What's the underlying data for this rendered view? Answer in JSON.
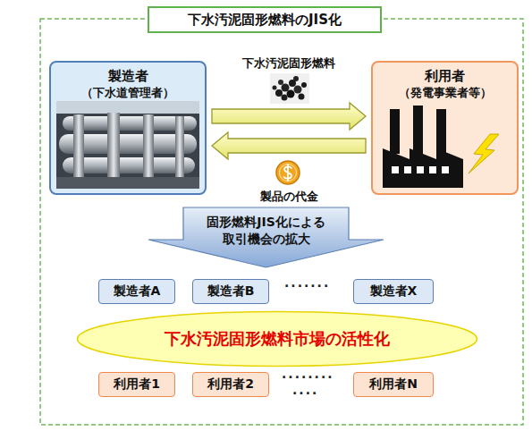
{
  "diagram": {
    "title": "下水汚泥固形燃料のJIS化",
    "nodes": [
      {
        "text": [
          "製造者",
          "（下水道管理者）"
        ]
      },
      {
        "text": [
          "利用者",
          "（発電事業者等）"
        ]
      },
      {
        "text": [
          "固形燃料JIS化による 取引機会の拡大"
        ]
      },
      {
        "text": [
          "製造者A"
        ]
      },
      {
        "text": [
          "製造者B"
        ]
      },
      {
        "text": [
          "製造者X"
        ]
      },
      {
        "text": [
          "下水汚泥固形燃料市場の活性化"
        ]
      },
      {
        "text": [
          "利用者1"
        ]
      },
      {
        "text": [
          "利用者2"
        ]
      },
      {
        "text": [
          "利用者N"
        ]
      }
    ],
    "edges": [
      {
        "from": 0,
        "to": 1,
        "arrow": "to",
        "label": "下水汚泥固形燃料"
      },
      {
        "from": 1,
        "to": 0,
        "arrow": "to",
        "label": "製品の代金"
      }
    ],
    "labels": [
      ".......",
      "........",
      "...."
    ]
  }
}
